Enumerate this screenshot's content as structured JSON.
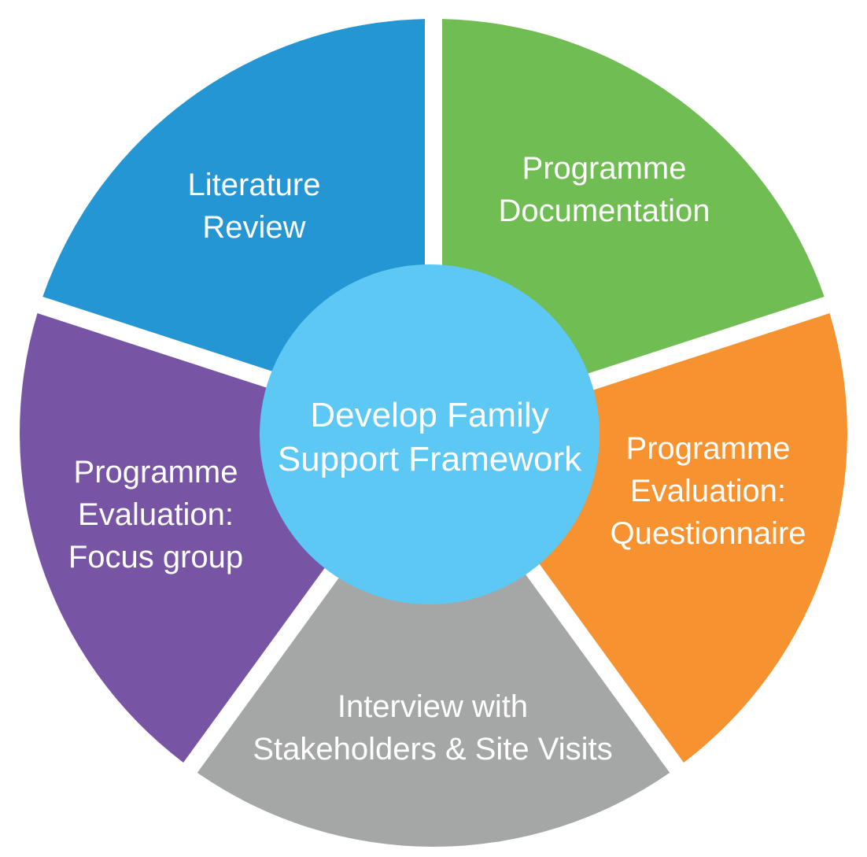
{
  "center": {
    "lines": [
      "Develop Family",
      "Support Framework"
    ],
    "color": "#5DC8F3"
  },
  "segments": [
    {
      "id": "literature-review",
      "lines": [
        "Literature",
        "Review"
      ],
      "color": "#70BD54"
    },
    {
      "id": "programme-documentation",
      "lines": [
        "Programme",
        "Documentation"
      ],
      "color": "#F69330"
    },
    {
      "id": "programme-evaluation-questionnaire",
      "lines": [
        "Programme",
        "Evaluation:",
        "Questionnaire"
      ],
      "color": "#A5A6A6"
    },
    {
      "id": "interview-stakeholders-site-visits",
      "lines": [
        "Interview with",
        "Stakeholders & Site Visits"
      ],
      "color": "#7755A4"
    },
    {
      "id": "programme-evaluation-focus-group",
      "lines": [
        "Programme",
        "Evaluation:",
        "Focus group"
      ],
      "color": "#2596D4"
    }
  ]
}
